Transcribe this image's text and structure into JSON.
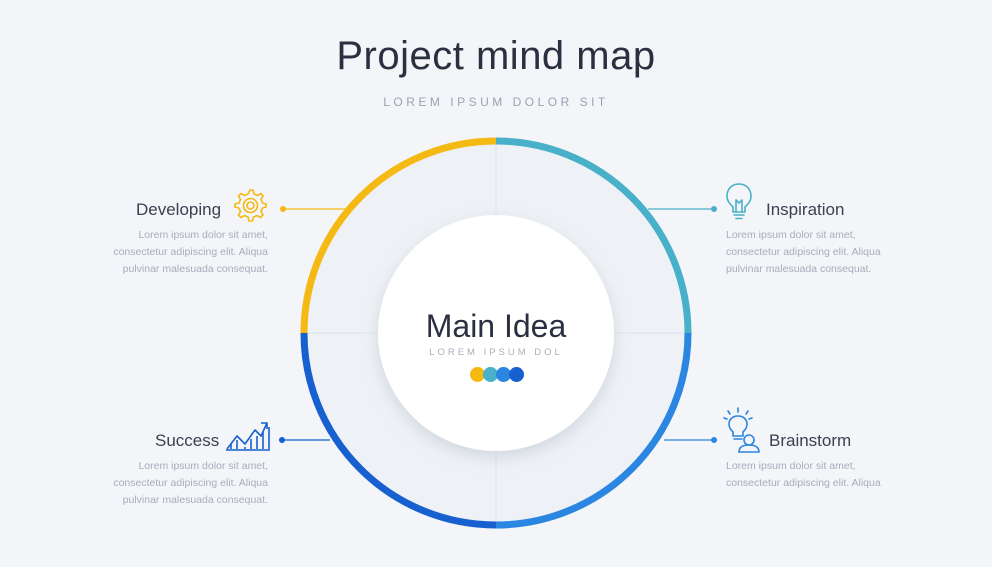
{
  "title": "Project mind map",
  "subtitle": "LOREM IPSUM DOLOR SIT",
  "center": {
    "title": "Main Idea",
    "subtitle": "LOREM IPSUM DOL",
    "dot_colors": [
      "#f5b914",
      "#48b0c8",
      "#2a86e0",
      "#1660d0"
    ]
  },
  "nodes": {
    "developing": {
      "title": "Developing",
      "text": "Lorem ipsum dolor sit amet, consectetur adipiscing elit. Aliqua pulvinar malesuada consequat.",
      "icon": "gear-icon",
      "color": "#f5b914"
    },
    "inspiration": {
      "title": "Inspiration",
      "text": "Lorem ipsum dolor sit amet, consectetur adipiscing elit. Aliqua pulvinar malesuada consequat.",
      "icon": "lightbulb-icon",
      "color": "#48b0c8"
    },
    "success": {
      "title": "Success",
      "text": "Lorem ipsum dolor sit amet, consectetur adipiscing elit. Aliqua pulvinar malesuada consequat.",
      "icon": "growth-chart-icon",
      "color": "#1660d0"
    },
    "brainstorm": {
      "title": "Brainstorm",
      "text": "Lorem ipsum dolor sit amet, consectetur adipiscing elit. Aliqua",
      "icon": "person-idea-icon",
      "color": "#2a86e0"
    }
  }
}
